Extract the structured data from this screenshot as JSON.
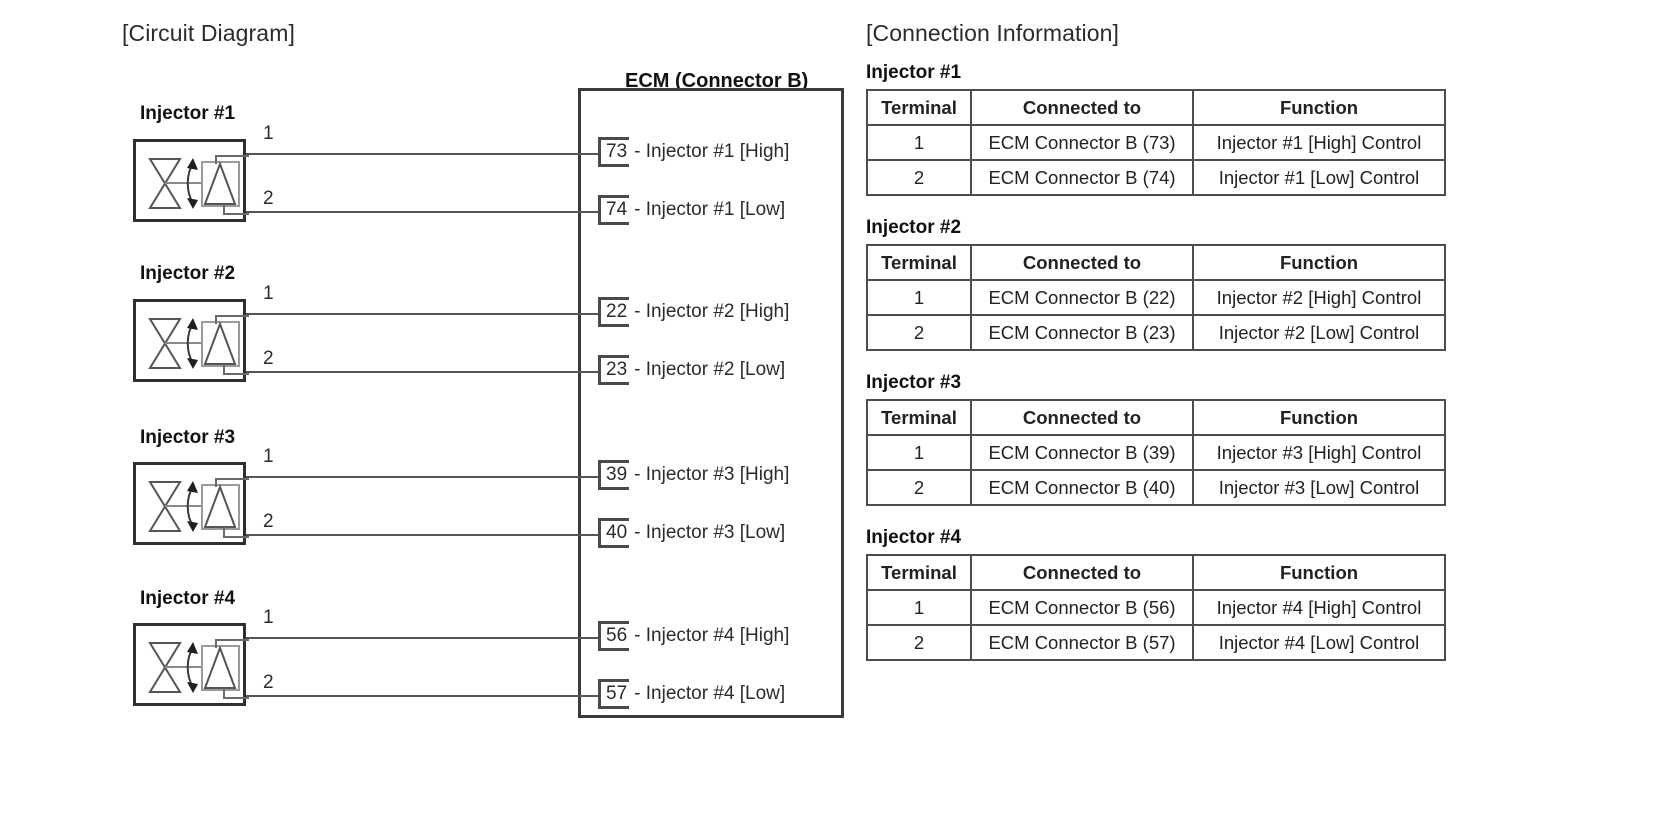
{
  "headings": {
    "circuit_diagram": "[Circuit Diagram]",
    "connection_information": "[Connection Information]"
  },
  "circuit": {
    "ecm_title": "ECM (Connector B)",
    "pin_label_1": "1",
    "pin_label_2": "2",
    "injectors": [
      {
        "name": "Injector #1",
        "pins": [
          "1",
          "2"
        ],
        "ecm_pins": [
          {
            "number": "73",
            "text": "- Injector #1 [High]"
          },
          {
            "number": "74",
            "text": "- Injector #1 [Low]"
          }
        ]
      },
      {
        "name": "Injector #2",
        "pins": [
          "1",
          "2"
        ],
        "ecm_pins": [
          {
            "number": "22",
            "text": "- Injector #2 [High]"
          },
          {
            "number": "23",
            "text": "- Injector #2 [Low]"
          }
        ]
      },
      {
        "name": "Injector #3",
        "pins": [
          "1",
          "2"
        ],
        "ecm_pins": [
          {
            "number": "39",
            "text": "- Injector #3 [High]"
          },
          {
            "number": "40",
            "text": "- Injector #3 [Low]"
          }
        ]
      },
      {
        "name": "Injector #4",
        "pins": [
          "1",
          "2"
        ],
        "ecm_pins": [
          {
            "number": "56",
            "text": "- Injector #4 [High]"
          },
          {
            "number": "57",
            "text": "- Injector #4 [Low]"
          }
        ]
      }
    ]
  },
  "tables": {
    "columns": [
      "Terminal",
      "Connected to",
      "Function"
    ],
    "blocks": [
      {
        "caption": "Injector #1",
        "rows": [
          [
            "1",
            "ECM Connector B (73)",
            "Injector #1 [High] Control"
          ],
          [
            "2",
            "ECM Connector B (74)",
            "Injector #1 [Low] Control"
          ]
        ]
      },
      {
        "caption": "Injector #2",
        "rows": [
          [
            "1",
            "ECM Connector B (22)",
            "Injector #2 [High] Control"
          ],
          [
            "2",
            "ECM Connector B (23)",
            "Injector #2 [Low] Control"
          ]
        ]
      },
      {
        "caption": "Injector #3",
        "rows": [
          [
            "1",
            "ECM Connector B (39)",
            "Injector #3 [High] Control"
          ],
          [
            "2",
            "ECM Connector B (40)",
            "Injector #3 [Low] Control"
          ]
        ]
      },
      {
        "caption": "Injector #4",
        "rows": [
          [
            "1",
            "ECM Connector B (56)",
            "Injector #4 [High] Control"
          ],
          [
            "2",
            "ECM Connector B (57)",
            "Injector #4 [Low] Control"
          ]
        ]
      }
    ]
  },
  "colors": {
    "line": "#4d4d4d",
    "wire": "#555555",
    "text": "#222222",
    "background": "#ffffff"
  }
}
